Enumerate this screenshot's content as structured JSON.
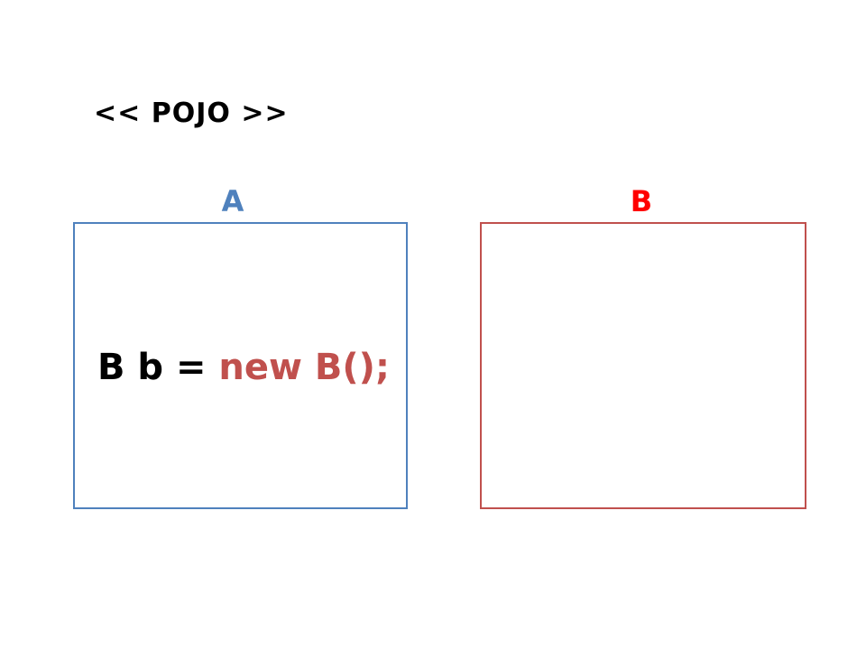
{
  "slide": {
    "title": "<< POJO >>",
    "boxes": [
      {
        "label": "A",
        "label_color": "#4f81bd",
        "border_color": "#4f81bd"
      },
      {
        "label": "B",
        "label_color": "#ff0000",
        "border_color": "#c0504d"
      }
    ],
    "code": {
      "declaration": "B b = ",
      "expression": "new B();",
      "declaration_color": "#000000",
      "expression_color": "#c0504d"
    }
  }
}
